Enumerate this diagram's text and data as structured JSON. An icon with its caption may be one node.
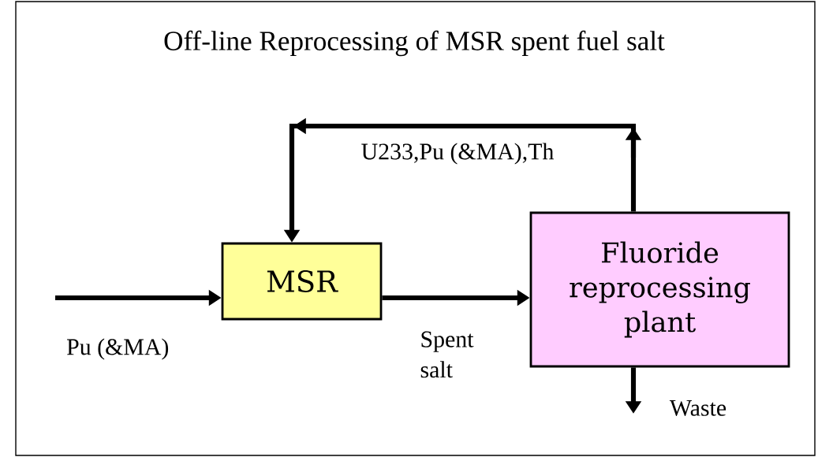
{
  "diagram": {
    "title": "Off-line Reprocessing of MSR spent fuel salt",
    "nodes": [
      {
        "text": [
          "MSR"
        ]
      },
      {
        "text": [
          "Fluoride reprocessing plant"
        ]
      }
    ],
    "edges": [
      {
        "from": null,
        "to": 0,
        "arrow": "to",
        "label": "Pu (&MA)"
      },
      {
        "from": 0,
        "to": 1,
        "arrow": "to",
        "label": "Spent salt"
      },
      {
        "from": 1,
        "to": 0,
        "arrow": "to",
        "label": "U233,Pu (&MA),Th"
      },
      {
        "from": 1,
        "to": null,
        "arrow": "to",
        "label": "Waste"
      }
    ]
  }
}
